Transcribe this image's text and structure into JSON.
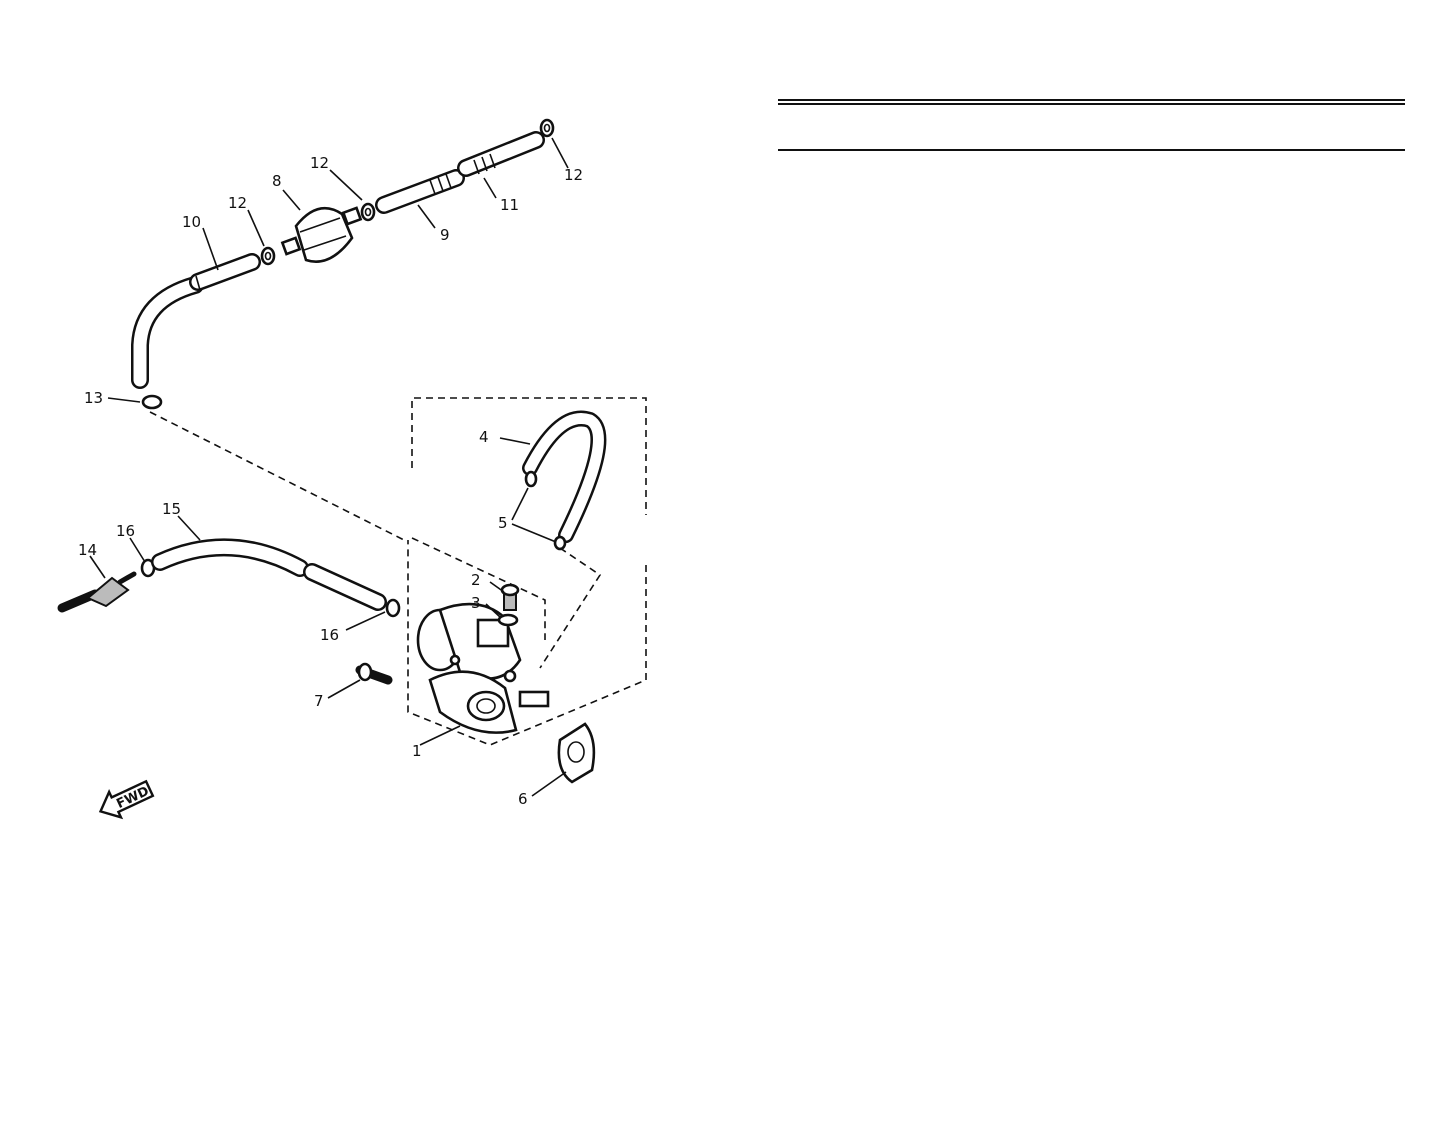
{
  "diagram": {
    "callouts": {
      "c1": "1",
      "c2": "2",
      "c3": "3",
      "c4": "4",
      "c5": "5",
      "c6": "6",
      "c7": "7",
      "c8": "8",
      "c9": "9",
      "c10": "10",
      "c11": "11",
      "c12a": "12",
      "c12b": "12",
      "c12c": "12",
      "c13": "13",
      "c14": "14",
      "c15": "15",
      "c16a": "16",
      "c16b": "16"
    },
    "fwd_label": "FWD"
  }
}
